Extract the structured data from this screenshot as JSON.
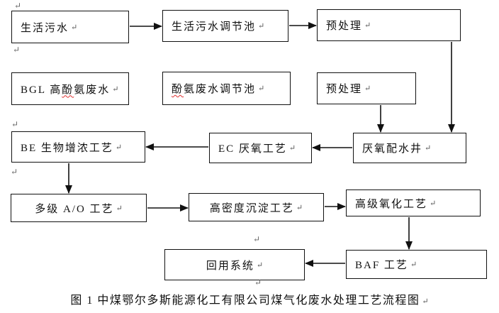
{
  "diagram": {
    "caption": "图 1 中煤鄂尔多斯能源化工有限公司煤气化废水处理工艺流程图",
    "return_mark": "↵",
    "colors": {
      "background": "#ffffff",
      "box_border": "#111111",
      "text": "#111111",
      "arrow": "#111111",
      "misspell_underline": "#e03131"
    },
    "nodes": [
      {
        "id": "domestic-sewage",
        "label": "生活污水"
      },
      {
        "id": "domestic-sewage-regulation-tank",
        "label": "生活污水调节池"
      },
      {
        "id": "pretreatment-top",
        "label": "预处理"
      },
      {
        "id": "bgl-high-phenol-ammonia-wastewater",
        "pre": "BGL 高",
        "misspelled": "酚",
        "post": "氨废水"
      },
      {
        "id": "phenol-ammonia-wastewater-regulation-tank",
        "pre": "",
        "misspelled": "酚",
        "post": "氨废水调节池"
      },
      {
        "id": "pretreatment-second",
        "label": "预处理"
      },
      {
        "id": "be-biological-concentration-process",
        "label": "BE 生物增浓工艺"
      },
      {
        "id": "ec-anaerobic-process",
        "label": "EC 厌氧工艺"
      },
      {
        "id": "anaerobic-water-distribution-well",
        "label": "厌氧配水井"
      },
      {
        "id": "multistage-ao-process",
        "label": "多级 A/O 工艺"
      },
      {
        "id": "high-density-sedimentation-process",
        "label": "高密度沉淀工艺"
      },
      {
        "id": "advanced-oxidation-process",
        "label": "高级氧化工艺"
      },
      {
        "id": "reuse-system",
        "label": "回用系统"
      },
      {
        "id": "baf-process",
        "label": "BAF 工艺"
      }
    ]
  }
}
